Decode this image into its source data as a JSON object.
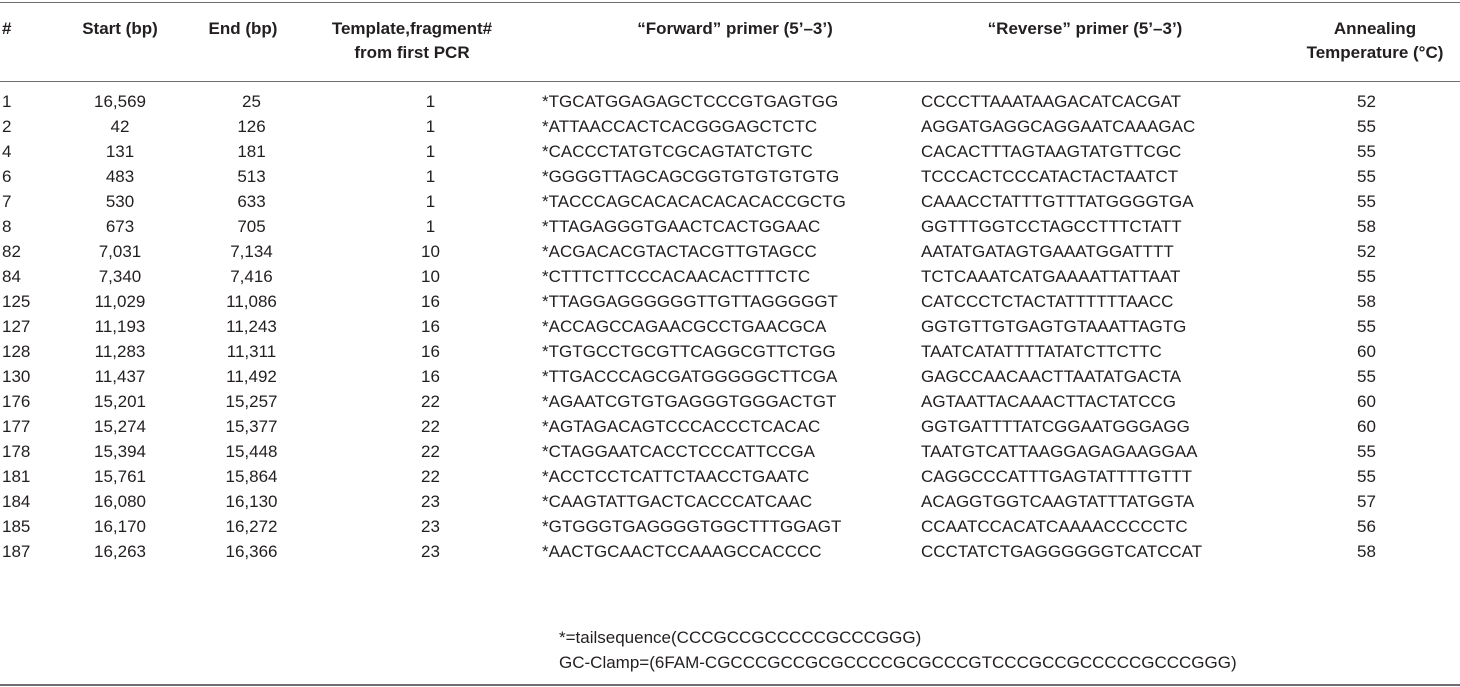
{
  "table": {
    "headers": {
      "num": "#",
      "start": "Start (bp)",
      "end": "End (bp)",
      "template_line1": "Template,fragment#",
      "template_line2": "from first PCR",
      "forward": "“Forward” primer (5’–3’)",
      "reverse": "“Reverse” primer (5’–3’)",
      "temp_line1": "Annealing",
      "temp_line2": "Temperature (°C)"
    },
    "rows": [
      {
        "num": "1",
        "start": "16,569",
        "end": "25",
        "template": "1",
        "forward": "*TGCATGGAGAGCTCCCGTGAGTGG",
        "reverse": "CCCCTTAAATAAGACATCACGAT",
        "temp": "52"
      },
      {
        "num": "2",
        "start": "42",
        "end": "126",
        "template": "1",
        "forward": "*ATTAACCACTCACGGGAGCTCTC",
        "reverse": "AGGATGAGGCAGGAATCAAAGAC",
        "temp": "55"
      },
      {
        "num": "4",
        "start": "131",
        "end": "181",
        "template": "1",
        "forward": "*CACCCTATGTCGCAGTATCTGTC",
        "reverse": "CACACTTTAGTAAGTATGTTCGC",
        "temp": "55"
      },
      {
        "num": "6",
        "start": "483",
        "end": "513",
        "template": "1",
        "forward": "*GGGGTTAGCAGCGGTGTGTGTGTG",
        "reverse": "TCCCACTCCCATACTACTAATCT",
        "temp": "55"
      },
      {
        "num": "7",
        "start": "530",
        "end": "633",
        "template": "1",
        "forward": "*TACCCAGCACACACACACACCGCTG",
        "reverse": "CAAACCTATTTGTTTATGGGGTGA",
        "temp": "55"
      },
      {
        "num": "8",
        "start": "673",
        "end": "705",
        "template": "1",
        "forward": "*TTAGAGGGTGAACTCACTGGAAC",
        "reverse": "GGTTTGGTCCTAGCCTTTCTATT",
        "temp": "58"
      },
      {
        "num": "82",
        "start": "7,031",
        "end": "7,134",
        "template": "10",
        "forward": "*ACGACACGTACTACGTTGTAGCC",
        "reverse": "AATATGATAGTGAAATGGATTTT",
        "temp": "52"
      },
      {
        "num": "84",
        "start": "7,340",
        "end": "7,416",
        "template": "10",
        "forward": "*CTTTCTTCCCACAACACTTTCTC",
        "reverse": "TCTCAAATCATGAAAATTATTAAT",
        "temp": "55"
      },
      {
        "num": "125",
        "start": "11,029",
        "end": "11,086",
        "template": "16",
        "forward": "*TTAGGAGGGGGGTTGTTAGGGGGT",
        "reverse": "CATCCCTCTACTATTTTTTAACC",
        "temp": "58"
      },
      {
        "num": "127",
        "start": "11,193",
        "end": "11,243",
        "template": "16",
        "forward": "*ACCAGCCAGAACGCCTGAACGCA",
        "reverse": "GGTGTTGTGAGTGTAAATTAGTG",
        "temp": "55"
      },
      {
        "num": "128",
        "start": "11,283",
        "end": "11,311",
        "template": "16",
        "forward": "*TGTGCCTGCGTTCAGGCGTTCTGG",
        "reverse": "TAATCATATTTTATATCTTCTTC",
        "temp": "60"
      },
      {
        "num": "130",
        "start": "11,437",
        "end": "11,492",
        "template": "16",
        "forward": "*TTGACCCAGCGATGGGGGCTTCGA",
        "reverse": "GAGCCAACAACTTAATATGACTA",
        "temp": "55"
      },
      {
        "num": "176",
        "start": "15,201",
        "end": "15,257",
        "template": "22",
        "forward": "*AGAATCGTGTGAGGGTGGGACTGT",
        "reverse": "AGTAATTACAAACTTACTATCCG",
        "temp": "60"
      },
      {
        "num": "177",
        "start": "15,274",
        "end": "15,377",
        "template": "22",
        "forward": "*AGTAGACAGTCCCACCCTCACAC",
        "reverse": "GGTGATTTTATCGGAATGGGAGG",
        "temp": "60"
      },
      {
        "num": "178",
        "start": "15,394",
        "end": "15,448",
        "template": "22",
        "forward": "*CTAGGAATCACCTCCCATTCCGA",
        "reverse": "TAATGTCATTAAGGAGAGAAGGAA",
        "temp": "55"
      },
      {
        "num": "181",
        "start": "15,761",
        "end": "15,864",
        "template": "22",
        "forward": "*ACCTCCTCATTCTAACCTGAATC",
        "reverse": "CAGGCCCATTTGAGTATTTTGTTT",
        "temp": "55"
      },
      {
        "num": "184",
        "start": "16,080",
        "end": "16,130",
        "template": "23",
        "forward": "*CAAGTATTGACTCACCCATCAAC",
        "reverse": "ACAGGTGGTCAAGTATTTATGGTA",
        "temp": "57"
      },
      {
        "num": "185",
        "start": "16,170",
        "end": "16,272",
        "template": "23",
        "forward": "*GTGGGTGAGGGGTGGCTTTGGAGT",
        "reverse": "CCAATCCACATCAAAACCCCCTC",
        "temp": "56"
      },
      {
        "num": "187",
        "start": "16,263",
        "end": "16,366",
        "template": "23",
        "forward": "*AACTGCAACTCCAAAGCCACCCC",
        "reverse": "CCCTATCTGAGGGGGGTCATCCAT",
        "temp": "58"
      }
    ]
  },
  "footnotes": {
    "tail": "*=tailsequence(CCCGCCGCCCCCGCCCGGG)",
    "clamp": "GC-Clamp=(6FAM-CGCCCGCCGCGCCCCGCGCCCGTCCCGCCGCCCCCGCCCGGG)"
  }
}
